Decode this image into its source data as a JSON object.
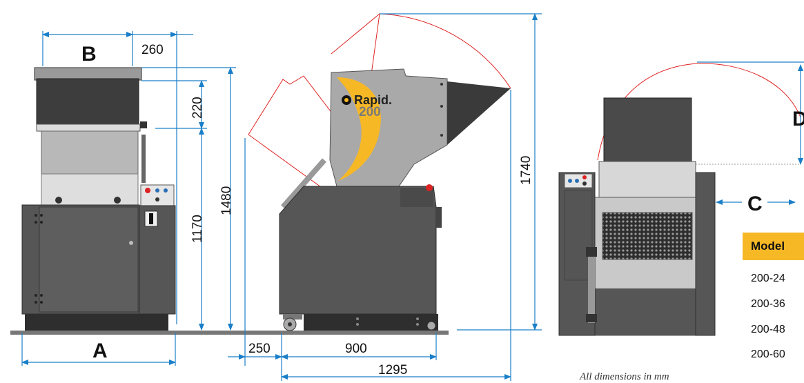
{
  "dimensions": {
    "b_label": "B",
    "a_label": "A",
    "c_label": "C",
    "d_label": "D",
    "v260": "260",
    "v220": "220",
    "v1170": "1170",
    "v1480": "1480",
    "v1740": "1740",
    "v250": "250",
    "v900": "900",
    "v1295": "1295"
  },
  "brand": {
    "name": "Rapid.",
    "model": "200"
  },
  "table": {
    "header": "Model",
    "rows": [
      "200-24",
      "200-36",
      "200-48",
      "200-60"
    ]
  },
  "footnote": "All dimensions in mm",
  "colors": {
    "dimension_line": "#1a7fc8",
    "swing_arc": "#e02424",
    "body_dark": "#565656",
    "panel_light": "#c9c9c9",
    "brand_yellow": "#f7b826"
  }
}
